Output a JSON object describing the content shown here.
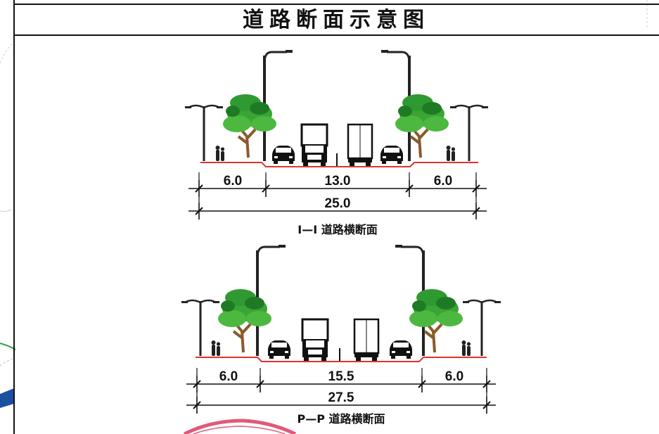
{
  "title": "道路断面示意图",
  "sections": [
    {
      "caption": "I—I 道路横断面",
      "segments": [
        "6.0",
        "13.0",
        "6.0"
      ],
      "total": "25.0"
    },
    {
      "caption": "P—P 道路横断面",
      "segments": [
        "6.0",
        "15.5",
        "6.0"
      ],
      "total": "27.5"
    }
  ],
  "colors": {
    "road_edge": "#e0332e",
    "tree": "#3aa535",
    "tree_dark": "#1f7a26",
    "trunk": "#8a5a2b",
    "stamp": "#e05a78",
    "map_line_green": "#2e9e48",
    "map_line_blue": "#1b4fa0"
  }
}
